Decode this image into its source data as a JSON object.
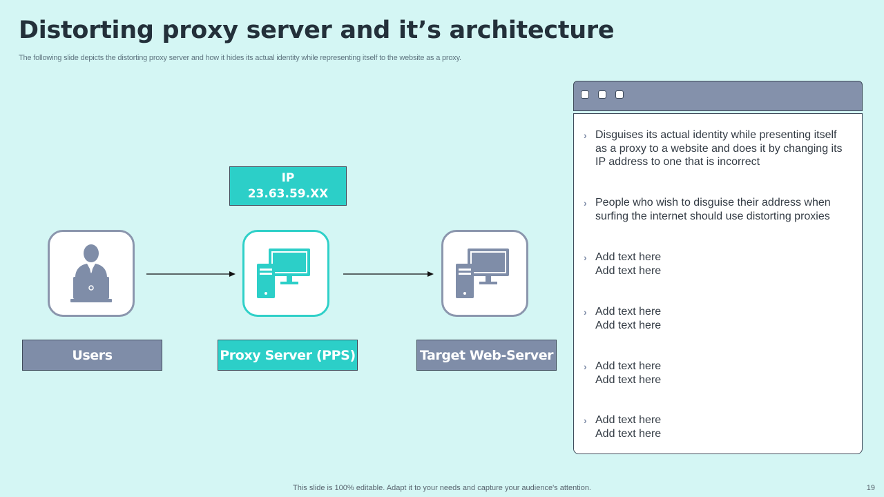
{
  "title": "Distorting proxy server and it’s architecture",
  "subtitle": "The following slide depicts the distorting proxy server and how it hides its actual identity while representing itself to the website as a proxy.",
  "ip_box": {
    "line1": "IP",
    "line2": "23.63.59.XX"
  },
  "nodes": [
    {
      "label": "Users",
      "icon": "user-laptop-icon"
    },
    {
      "label": "Proxy Server (PPS)",
      "icon": "computer-icon"
    },
    {
      "label": "Target Web-Server",
      "icon": "computer-icon"
    }
  ],
  "panel": {
    "bullets": [
      {
        "lines": [
          "Disguises its actual identity while presenting itself",
          "as a proxy to a website and does it by changing its",
          "IP address to one that is incorrect"
        ]
      },
      {
        "lines": [
          "People who wish to disguise their address when",
          "surfing the internet should use distorting proxies"
        ]
      },
      {
        "lines": [
          "Add text here",
          "Add text here"
        ]
      },
      {
        "lines": [
          "Add text here",
          "Add text here"
        ]
      },
      {
        "lines": [
          "Add text here",
          "Add text here"
        ]
      },
      {
        "lines": [
          "Add text here",
          "Add text here"
        ]
      }
    ]
  },
  "colors": {
    "background": "#d4f6f4",
    "teal": "#2ccfc8",
    "slate": "#7f8da8",
    "title": "#23303a"
  },
  "footer": "This slide is 100% editable. Adapt it to your needs and capture your audience's attention.",
  "page_number": "19"
}
